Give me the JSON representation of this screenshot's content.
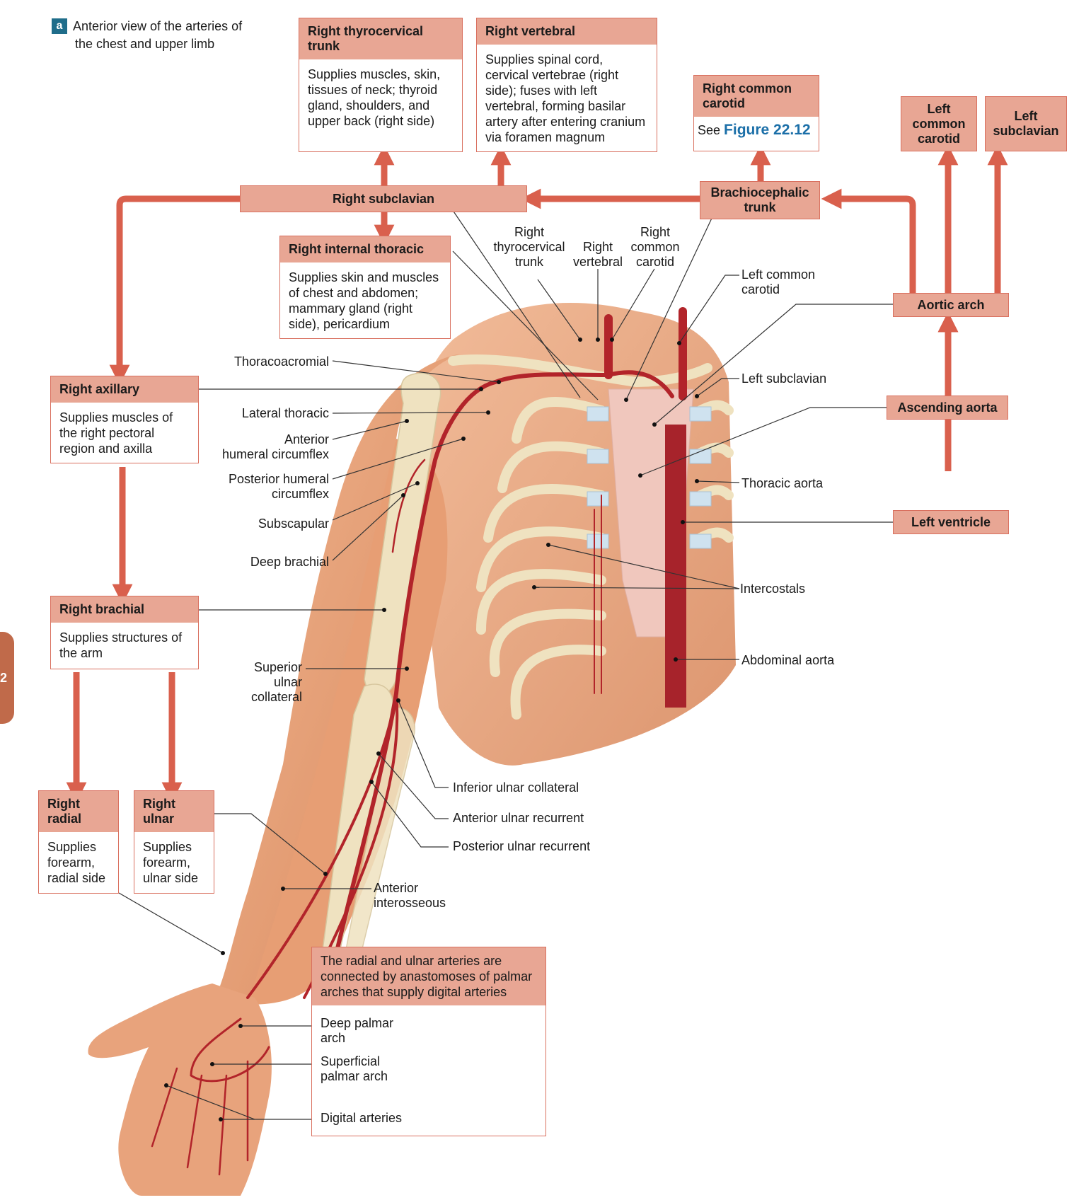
{
  "caption": {
    "tag": "a",
    "text_line1": "Anterior view of the arteries of",
    "text_line2": "the chest and upper limb"
  },
  "side_tab": {
    "text": "2"
  },
  "boxes": {
    "right_thyrocervical_trunk": {
      "title": "Right thyrocervical trunk",
      "lines": [
        "Supplies muscles, skin,",
        "tissues of neck; thyroid",
        "gland, shoulders, and",
        "upper back (right side)"
      ]
    },
    "right_vertebral": {
      "title": "Right vertebral",
      "lines": [
        "Supplies spinal cord,",
        "cervical vertebrae (right",
        "side); fuses with left",
        "vertebral, forming basilar",
        "artery after entering cranium",
        "via foramen magnum"
      ]
    },
    "right_common_carotid": {
      "title_line1": "Right common",
      "title_line2": "carotid",
      "see": "See",
      "figure": "Figure 22.12"
    },
    "left_common_carotid": {
      "line1": "Left",
      "line2": "common",
      "line3": "carotid"
    },
    "left_subclavian": {
      "line1": "Left",
      "line2": "subclavian"
    },
    "right_subclavian": {
      "title": "Right subclavian"
    },
    "brachiocephalic_trunk": {
      "line1": "Brachiocephalic",
      "line2": "trunk"
    },
    "right_internal_thoracic": {
      "title": "Right internal thoracic",
      "lines": [
        "Supplies skin and muscles",
        "of chest and abdomen;",
        "mammary gland (right",
        "side), pericardium"
      ]
    },
    "aortic_arch": {
      "title": "Aortic arch"
    },
    "ascending_aorta": {
      "title": "Ascending aorta"
    },
    "left_ventricle": {
      "title": "Left ventricle"
    },
    "right_axillary": {
      "title": "Right axillary",
      "lines": [
        "Supplies muscles of",
        "the right pectoral",
        "region and axilla"
      ]
    },
    "right_brachial": {
      "title": "Right brachial",
      "lines": [
        "Supplies structures of",
        "the arm"
      ]
    },
    "right_radial": {
      "title_line1": "Right",
      "title_line2": "radial",
      "lines": [
        "Supplies",
        "forearm,",
        "radial side"
      ]
    },
    "right_ulnar": {
      "title_line1": "Right",
      "title_line2": "ulnar",
      "lines": [
        "Supplies",
        "forearm,",
        "ulnar side"
      ]
    },
    "palmar": {
      "title_lines": [
        "The radial and ulnar arteries are",
        "connected by anastomoses of palmar",
        "arches that supply digital arteries"
      ],
      "deep_line1": "Deep palmar",
      "deep_line2": "arch",
      "superficial_line1": "Superficial",
      "superficial_line2": "palmar arch",
      "digital": "Digital arteries"
    }
  },
  "labels": {
    "right_thyrocervical_trunk": [
      "Right",
      "thyrocervical",
      "trunk"
    ],
    "right_vertebral": [
      "Right",
      "vertebral"
    ],
    "right_common_carotid": [
      "Right",
      "common",
      "carotid"
    ],
    "left_common_carotid": [
      "Left common",
      "carotid"
    ],
    "thoracoacromial": "Thoracoacromial",
    "left_subclavian": "Left subclavian",
    "lateral_thoracic": "Lateral thoracic",
    "anterior_humeral_circumflex": [
      "Anterior",
      "humeral circumflex"
    ],
    "posterior_humeral_circumflex": [
      "Posterior humeral",
      "circumflex"
    ],
    "thoracic_aorta": "Thoracic aorta",
    "subscapular": "Subscapular",
    "deep_brachial": "Deep brachial",
    "intercostals": "Intercostals",
    "abdominal_aorta": "Abdominal aorta",
    "superior_ulnar_collateral": [
      "Superior",
      "ulnar",
      "collateral"
    ],
    "inferior_ulnar_collateral": "Inferior ulnar collateral",
    "anterior_ulnar_recurrent": "Anterior ulnar recurrent",
    "posterior_ulnar_recurrent": "Posterior ulnar recurrent",
    "anterior_interosseous": [
      "Anterior",
      "interosseous"
    ]
  },
  "colors": {
    "arrow": "#d9604d",
    "box_header": "#e8a694",
    "box_border": "#d9705f",
    "skin": "#e8a37c",
    "artery": "#b2242a",
    "bone": "#efe2c0",
    "leader": "#333333",
    "link": "#1b6fa8"
  }
}
